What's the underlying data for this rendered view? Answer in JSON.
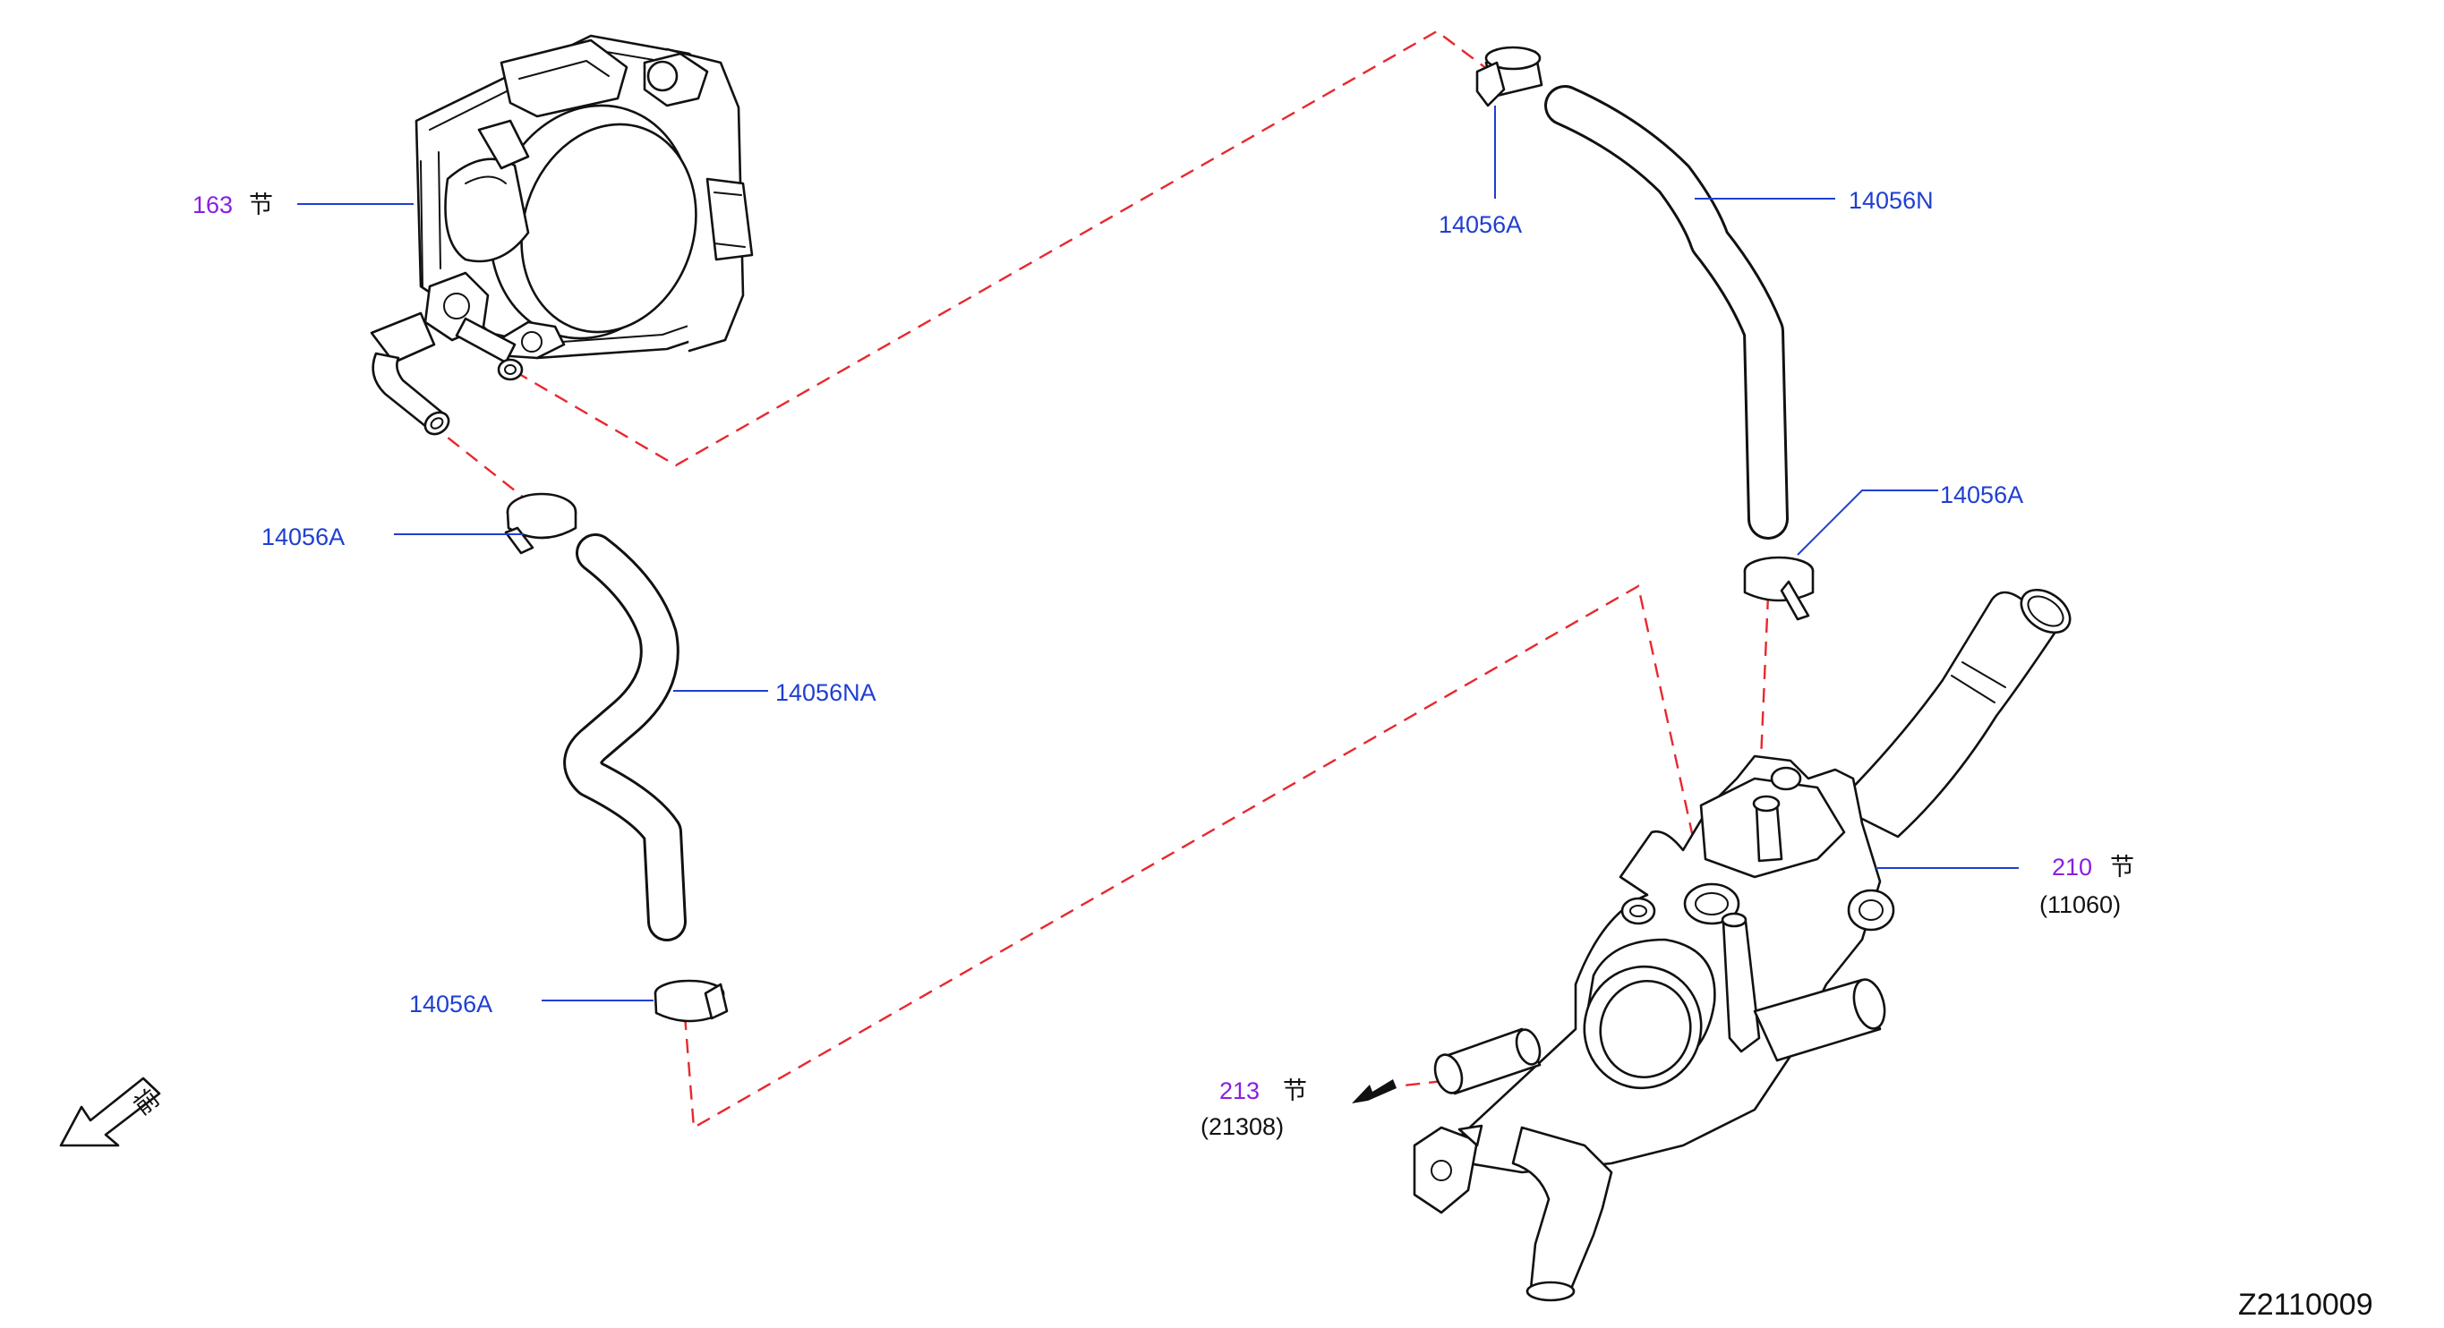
{
  "colors": {
    "part_number": "#1f3fd1",
    "section_ref": "#8a1ee0",
    "guide_line": "#e8282f",
    "outline": "#111111"
  },
  "callouts": {
    "throttle_body_ref": "163",
    "throttle_body_suffix": "节",
    "clamp_top_right": "14056A",
    "hose_upper_right": "14056N",
    "clamp_right_mid": "14056A",
    "clamp_left_upper": "14056A",
    "hose_left": "14056NA",
    "clamp_left_lower": "14056A",
    "water_outlet_ref": "210",
    "water_outlet_suffix": "节",
    "water_outlet_part": "(11060)",
    "radiator_hose_ref": "213",
    "radiator_hose_suffix": "节",
    "radiator_hose_part": "(21308)"
  },
  "front_indicator": {
    "label": "前"
  },
  "diagram_code": "Z2110009"
}
